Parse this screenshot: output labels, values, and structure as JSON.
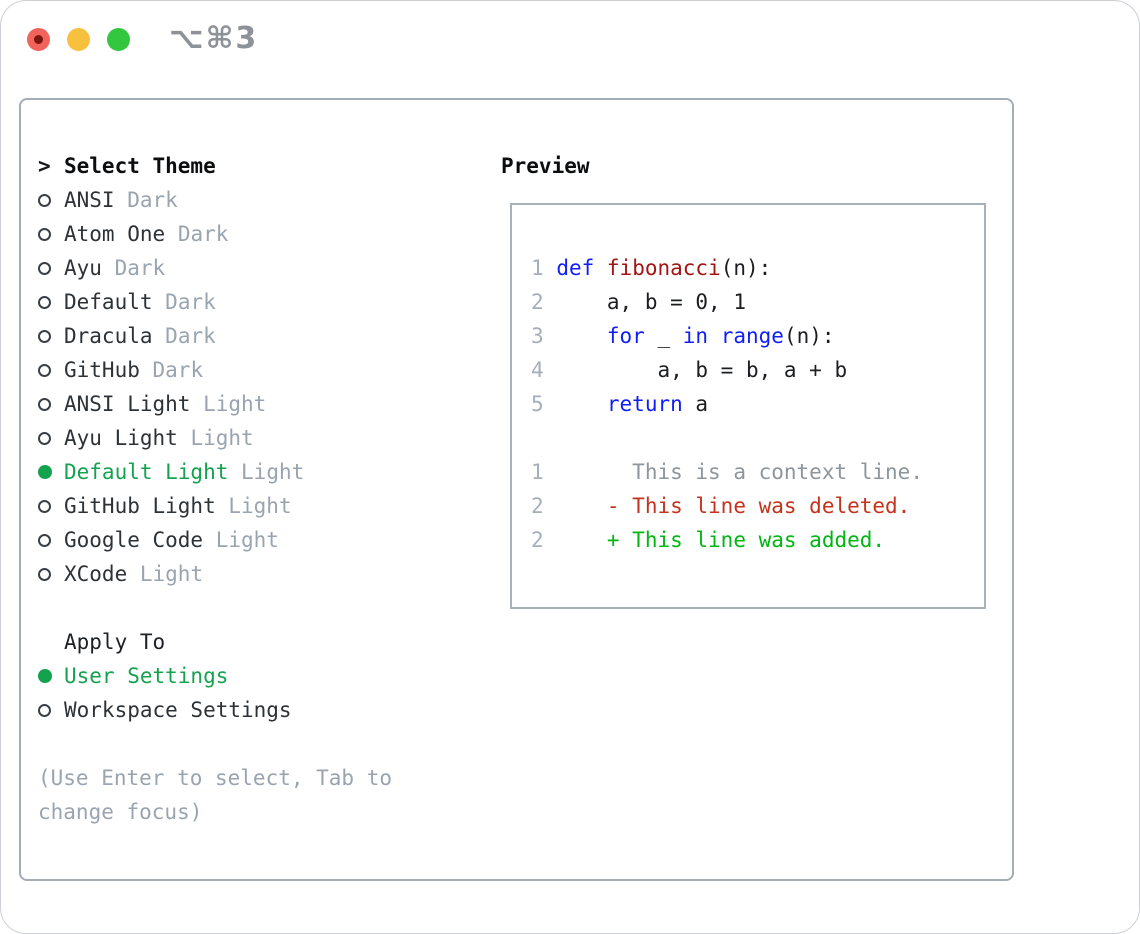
{
  "window": {
    "shortcut_label": "⌥⌘3",
    "traffic_lights": [
      "close",
      "minimize",
      "zoom"
    ]
  },
  "theme_picker": {
    "prompt": ">",
    "title": "Select Theme",
    "themes": [
      {
        "name": "ANSI",
        "tag": "Dark",
        "selected": false
      },
      {
        "name": "Atom One",
        "tag": "Dark",
        "selected": false
      },
      {
        "name": "Ayu",
        "tag": "Dark",
        "selected": false
      },
      {
        "name": "Default",
        "tag": "Dark",
        "selected": false
      },
      {
        "name": "Dracula",
        "tag": "Dark",
        "selected": false
      },
      {
        "name": "GitHub",
        "tag": "Dark",
        "selected": false
      },
      {
        "name": "ANSI Light",
        "tag": "Light",
        "selected": false
      },
      {
        "name": "Ayu Light",
        "tag": "Light",
        "selected": false
      },
      {
        "name": "Default Light",
        "tag": "Light",
        "selected": true
      },
      {
        "name": "GitHub Light",
        "tag": "Light",
        "selected": false
      },
      {
        "name": "Google Code",
        "tag": "Light",
        "selected": false
      },
      {
        "name": "XCode",
        "tag": "Light",
        "selected": false
      }
    ],
    "apply_to": {
      "title": "Apply To",
      "options": [
        {
          "name": "User Settings",
          "selected": true
        },
        {
          "name": "Workspace Settings",
          "selected": false
        }
      ]
    },
    "hint": "(Use Enter to select, Tab to change focus)"
  },
  "preview": {
    "title": "Preview",
    "code_lines": [
      {
        "num": "1",
        "tokens": [
          {
            "t": "def",
            "c": "keyword"
          },
          {
            "t": " ",
            "c": "plain"
          },
          {
            "t": "fibonacci",
            "c": "function"
          },
          {
            "t": "(n):",
            "c": "plain"
          }
        ]
      },
      {
        "num": "2",
        "tokens": [
          {
            "t": "    a, b = 0, 1",
            "c": "plain"
          }
        ]
      },
      {
        "num": "3",
        "tokens": [
          {
            "t": "    ",
            "c": "plain"
          },
          {
            "t": "for",
            "c": "keyword"
          },
          {
            "t": " _ ",
            "c": "plain"
          },
          {
            "t": "in",
            "c": "keyword"
          },
          {
            "t": " ",
            "c": "plain"
          },
          {
            "t": "range",
            "c": "keyword"
          },
          {
            "t": "(n):",
            "c": "plain"
          }
        ]
      },
      {
        "num": "4",
        "tokens": [
          {
            "t": "        a, b = b, a + b",
            "c": "plain"
          }
        ]
      },
      {
        "num": "5",
        "tokens": [
          {
            "t": "    ",
            "c": "plain"
          },
          {
            "t": "return",
            "c": "keyword"
          },
          {
            "t": " a",
            "c": "plain"
          }
        ]
      },
      {
        "num": "",
        "tokens": []
      },
      {
        "num": "1",
        "tokens": [
          {
            "t": "      This is a context line.",
            "c": "context"
          }
        ]
      },
      {
        "num": "2",
        "tokens": [
          {
            "t": "    - This line was deleted.",
            "c": "deleted"
          }
        ]
      },
      {
        "num": "2",
        "tokens": [
          {
            "t": "    + This line was added.",
            "c": "added"
          }
        ]
      }
    ]
  },
  "colors": {
    "accent_green": "#13a34f",
    "keyword_blue": "#0f1ef7",
    "function_red": "#a31515",
    "deleted_red": "#c5331d",
    "added_green": "#00b712",
    "context_gray": "#8d959d",
    "muted_gray": "#9aa4b0",
    "line_number_gray": "#a6aeba",
    "traffic_red": "#f2635c",
    "traffic_yellow": "#f7c13e",
    "traffic_green": "#33c63f"
  }
}
